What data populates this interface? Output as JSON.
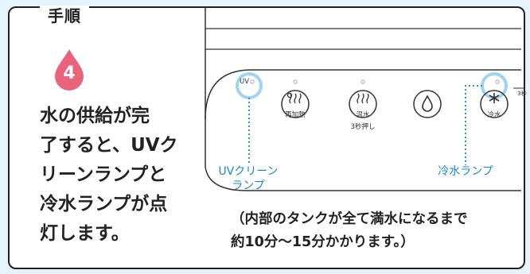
{
  "step": {
    "tag_label": "手順",
    "number": "4"
  },
  "instruction": {
    "lines": [
      "水の供給が完",
      "了すると、UVク",
      "リーンランプと",
      "冷水ランプが点",
      "灯します。"
    ]
  },
  "note": {
    "lines": [
      "（内部のタンクが全て満水になるまで",
      "約10分～15分かかります。）"
    ]
  },
  "panel": {
    "uv_label": "UV",
    "buttons": [
      {
        "label": "再加熱",
        "sub": ""
      },
      {
        "label": "温水",
        "sub": "3秒押し"
      },
      {
        "label": "",
        "sub": ""
      },
      {
        "label": "冷水",
        "sub": ""
      }
    ],
    "edge_text": "3秒"
  },
  "callouts": {
    "uv_lamp": [
      "UVクリーン",
      "ランプ"
    ],
    "cold_lamp": "冷水ランプ"
  },
  "colors": {
    "drop": "#e9637a",
    "accent": "#1e88c7",
    "highlight_ring": "#9fd3f1",
    "background": "#e5f3fb"
  }
}
